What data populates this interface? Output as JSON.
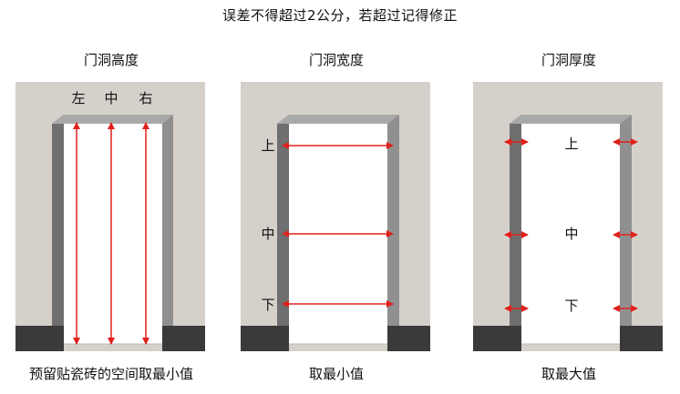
{
  "title": "误差不得超过2公分，若超过记得修正",
  "colors": {
    "wall": "#d6d0cb",
    "frame_face": "#909090",
    "frame_edge": "#6f6f6f",
    "frame_top": "#a9a9a9",
    "floor": "#3a3a3a",
    "opening": "#ffffff",
    "arrow": "#e0201b"
  },
  "panels": [
    {
      "heading": "门洞高度",
      "caption": "预留贴瓷砖的空间取最小值",
      "markers": [
        "左",
        "中",
        "右"
      ]
    },
    {
      "heading": "门洞宽度",
      "caption": "取最小值",
      "markers": [
        "上",
        "中",
        "下"
      ]
    },
    {
      "heading": "门洞厚度",
      "caption": "取最大值",
      "markers": [
        "上",
        "中",
        "下"
      ]
    }
  ]
}
